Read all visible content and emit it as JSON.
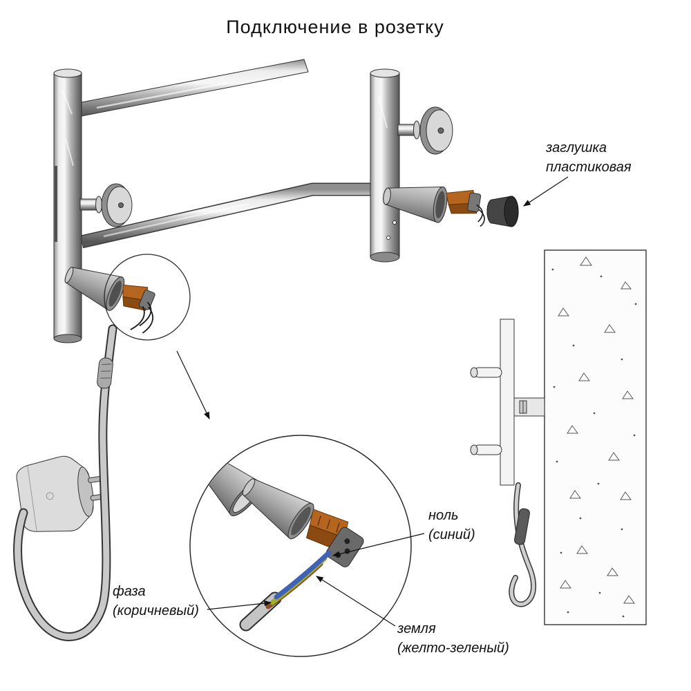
{
  "title": "Подключение в розетку",
  "labels": {
    "cap_line1": "заглушка",
    "cap_line2": "пластиковая",
    "neutral_line1": "ноль",
    "neutral_line2": "(синий)",
    "phase_line1": "фаза",
    "phase_line2": "(коричневый)",
    "ground_line1": "земля",
    "ground_line2": "(желто-зеленый)"
  },
  "colors": {
    "phase_wire": "#8a4e26",
    "neutral_wire": "#3f62b5",
    "ground_wire": "#9fae2e",
    "cap": "#454545"
  }
}
